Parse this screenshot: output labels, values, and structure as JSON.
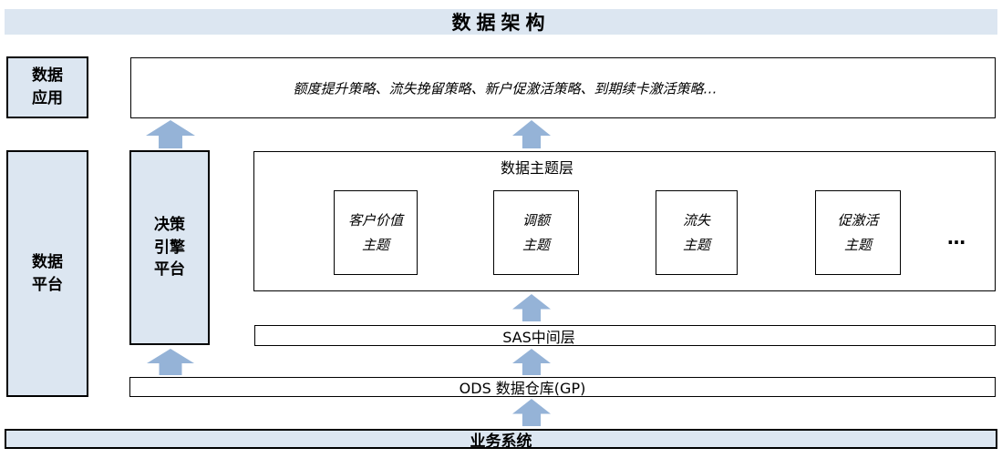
{
  "colors": {
    "box_fill": "#dce6f1",
    "arrow_blue": "#95b3d7",
    "border": "#000000",
    "text": "#000000"
  },
  "header": {
    "title": "数据架构"
  },
  "left_labels": {
    "data_app": {
      "line1": "数据",
      "line2": "应用"
    },
    "data_platform": {
      "line1": "数据",
      "line2": "平台"
    }
  },
  "engine": {
    "line1": "决策",
    "line2": "引擎",
    "line3": "平台"
  },
  "strategy_box": {
    "text": "额度提升策略、流失挽留策略、新户促激活策略、到期续卡激活策略…"
  },
  "theme_layer": {
    "label": "数据主题层",
    "themes": [
      {
        "line1": "客户价值",
        "line2": "主题"
      },
      {
        "line1": "调额",
        "line2": "主题"
      },
      {
        "line1": "流失",
        "line2": "主题"
      },
      {
        "line1": "促激活",
        "line2": "主题"
      }
    ],
    "ellipsis": "…"
  },
  "sas_layer": {
    "label": "SAS中间层"
  },
  "ods_layer": {
    "label": "ODS 数据仓库(GP)"
  },
  "business_layer": {
    "label": "业务系统"
  },
  "icons": {
    "up_arrow": "block-arrow-up"
  }
}
